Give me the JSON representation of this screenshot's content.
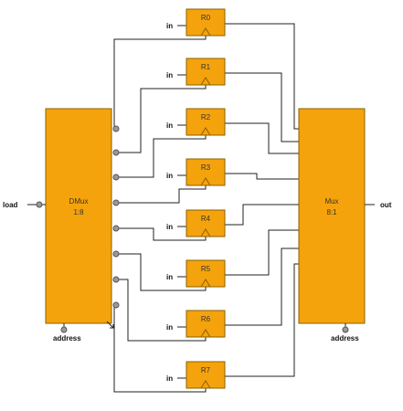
{
  "dmux": {
    "name": "DMux",
    "ratio": "1:8",
    "address_label": "address"
  },
  "mux": {
    "name": "Mux",
    "ratio": "8:1",
    "address_label": "address"
  },
  "load_label": "load",
  "out_label": "out",
  "registers": [
    {
      "name": "R0",
      "input_label": "in"
    },
    {
      "name": "R1",
      "input_label": "in"
    },
    {
      "name": "R2",
      "input_label": "in"
    },
    {
      "name": "R3",
      "input_label": "in"
    },
    {
      "name": "R4",
      "input_label": "in"
    },
    {
      "name": "R5",
      "input_label": "in"
    },
    {
      "name": "R6",
      "input_label": "in"
    },
    {
      "name": "R7",
      "input_label": "in"
    }
  ]
}
